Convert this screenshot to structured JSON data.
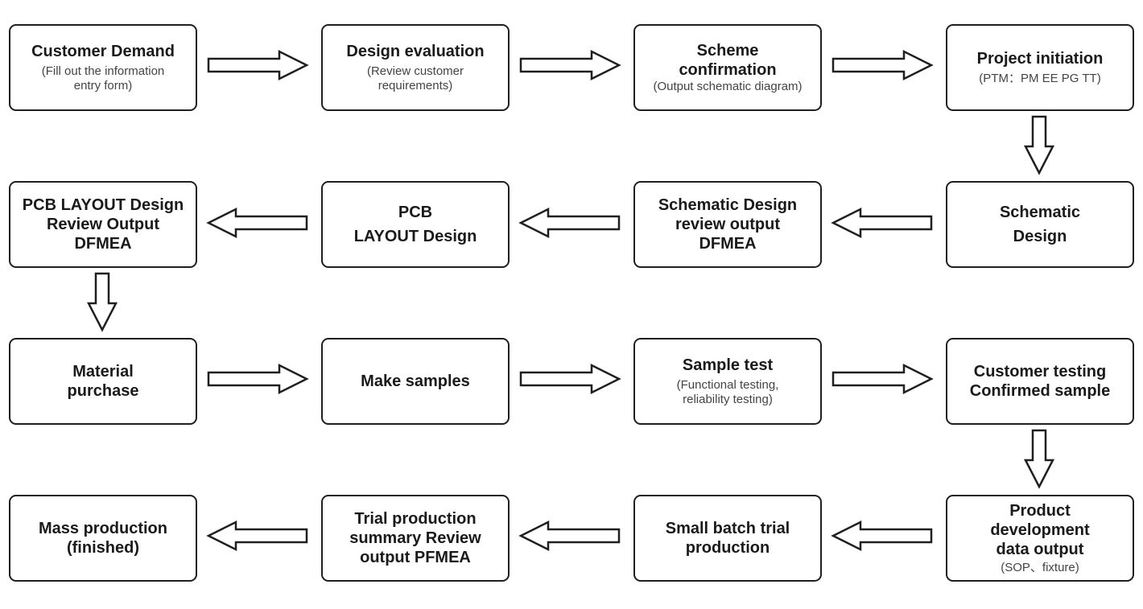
{
  "steps": [
    {
      "title": "Customer Demand",
      "sub": "(Fill out the information\nentry form)"
    },
    {
      "title": "Design evaluation",
      "sub": "(Review customer\nrequirements)"
    },
    {
      "title": "Scheme\nconfirmation",
      "sub": "(Output schematic diagram)"
    },
    {
      "title": "Project initiation",
      "sub": "(PTM：PM EE PG TT)"
    },
    {
      "title": "Schematic\nDesign",
      "sub": ""
    },
    {
      "title": "Schematic Design\nreview output\nDFMEA",
      "sub": ""
    },
    {
      "title": "PCB\nLAYOUT Design",
      "sub": ""
    },
    {
      "title": "PCB  LAYOUT Design\nReview Output\nDFMEA",
      "sub": ""
    },
    {
      "title": "Material\npurchase",
      "sub": ""
    },
    {
      "title": "Make samples",
      "sub": ""
    },
    {
      "title": "Sample test",
      "sub": "(Functional testing,\nreliability testing)"
    },
    {
      "title": "Customer testing\nConfirmed sample",
      "sub": ""
    },
    {
      "title": "Product\ndevelopment\ndata output",
      "sub": "(SOP、fixture)"
    },
    {
      "title": "Small batch trial\nproduction",
      "sub": ""
    },
    {
      "title": "Trial production\nsummary Review\noutput PFMEA",
      "sub": ""
    },
    {
      "title": "Mass production\n(finished)",
      "sub": ""
    }
  ]
}
